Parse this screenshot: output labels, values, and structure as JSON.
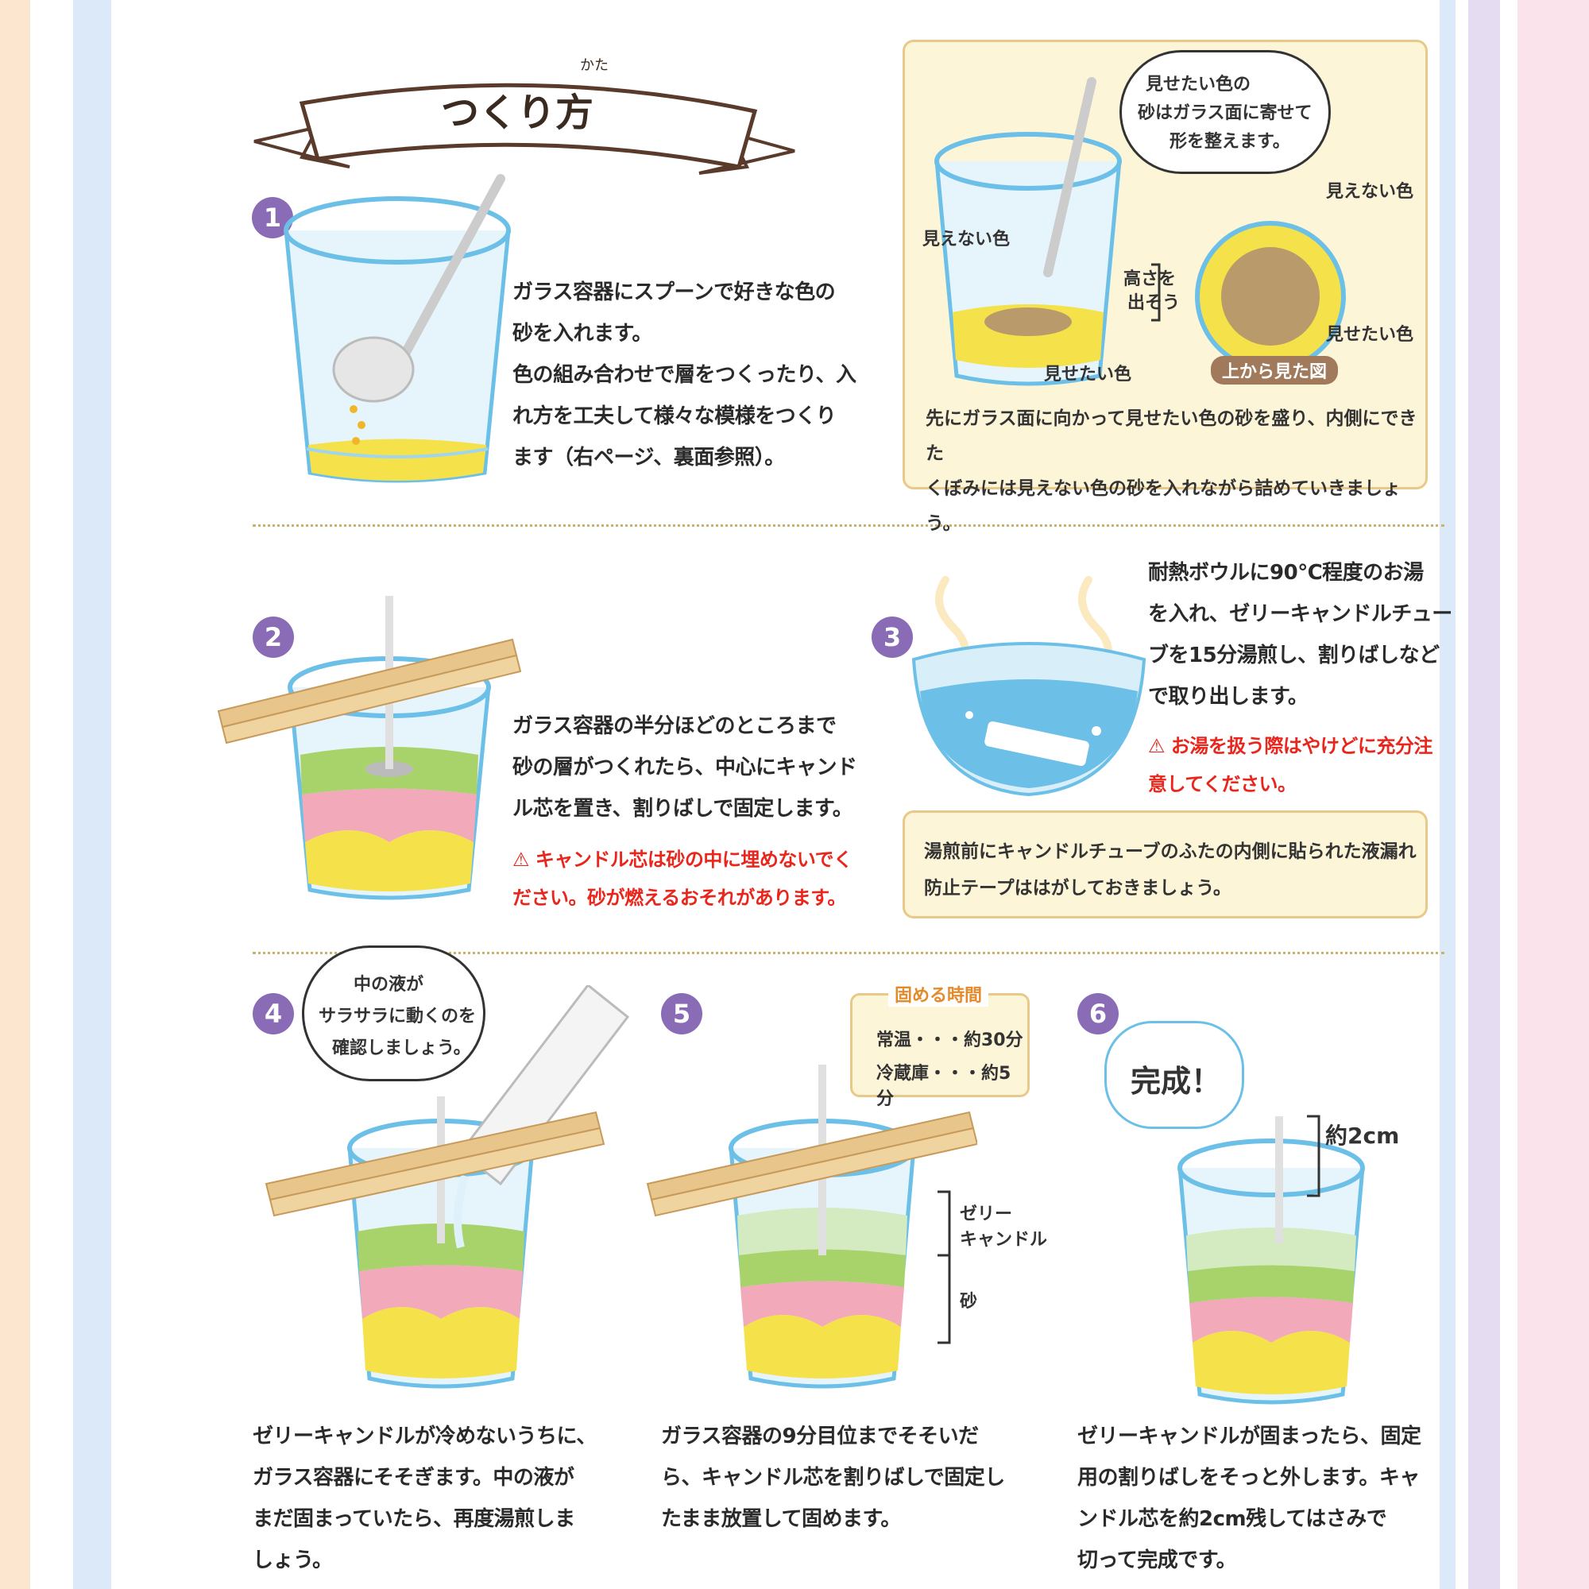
{
  "title": "つくり方",
  "title_ruby": "かた",
  "steps": [
    {
      "num": "1",
      "lines": [
        "ガラス容器にスプーンで好きな色の",
        "砂を入れます。",
        "色の組み合わせで層をつくったり、入",
        "れ方を工夫して様々な模様をつくり",
        "ます（右ページ、裏面参照）。"
      ]
    },
    {
      "num": "2",
      "lines": [
        "ガラス容器の半分ほどのところまで",
        "砂の層がつくれたら、中心にキャンド",
        "ル芯を置き、割りばしで固定します。"
      ],
      "warning": [
        "⚠ キャンドル芯は砂の中に埋めないでく",
        "ださい。砂が燃えるおそれがあります。"
      ]
    },
    {
      "num": "3",
      "lines": [
        "耐熱ボウルに90℃程度のお湯",
        "を入れ、ゼリーキャンドルチュー",
        "ブを15分湯煎し、割りばしなど",
        "で取り出します。"
      ],
      "warning": [
        "⚠ お湯を扱う際はやけどに充分注",
        "意してください。"
      ]
    },
    {
      "num": "4",
      "lines": [
        "ゼリーキャンドルが冷めないうちに、",
        "ガラス容器にそそぎます。中の液が",
        "まだ固まっていたら、再度湯煎しま",
        "しょう。"
      ],
      "bubble": [
        "中の液が",
        "サラサラに動くのを",
        "確認しましょう。"
      ]
    },
    {
      "num": "5",
      "lines": [
        "ガラス容器の9分目位までそそいだ",
        "ら、キャンドル芯を割りばしで固定し",
        "たまま放置して固めます。"
      ],
      "time_title": "固める時間",
      "time_rows": [
        "常温・・・約30分",
        "冷蔵庫・・・約5分"
      ],
      "labels": [
        "ゼリー",
        "キャンドル",
        "砂"
      ]
    },
    {
      "num": "6",
      "lines": [
        "ゼリーキャンドルが固まったら、固定",
        "用の割りばしをそっと外します。キャ",
        "ンドル芯を約2cm残してはさみで",
        "切って完成です。"
      ],
      "bubble": "完成！",
      "measure": "約2cm"
    }
  ],
  "tip": {
    "bubble": [
      "見せたい色の",
      "砂はガラス面に寄せて",
      "形を整えます。"
    ],
    "labels": {
      "hidden": "見えない色",
      "height": [
        "高さを",
        "出そう"
      ],
      "shown": "見せたい色",
      "from_top": "上から見た図"
    },
    "lines": [
      "先にガラス面に向かって見せたい色の砂を盛り、内側にできた",
      "くぼみには見えない色の砂を入れながら詰めていきましょう。"
    ]
  },
  "note3": {
    "lines": [
      "湯煎前にキャンドルチューブのふたの内側に貼られた液漏れ",
      "防止テープははがしておきましょう。"
    ]
  },
  "colors": {
    "purple": "#8a6bb5",
    "red": "#e8261c",
    "note_bg": "#fdf5d8",
    "note_border": "#e8c98a",
    "glass": "#bfe4f7",
    "sand_yellow": "#f5e14a",
    "sand_pink": "#f2a9b9",
    "sand_green": "#a7d36a",
    "chopstick": "#e8c58a"
  }
}
